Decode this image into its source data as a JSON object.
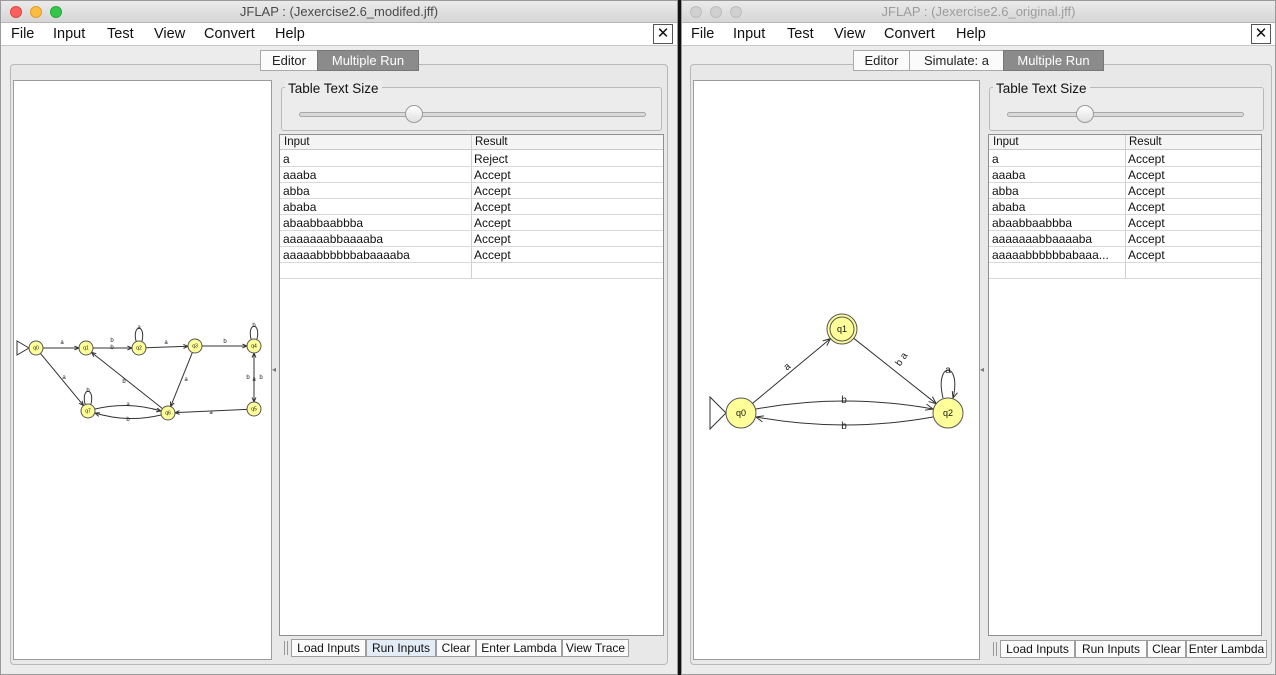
{
  "left_window": {
    "title": "JFLAP : (Jexercise2.6_modifed.jff)",
    "menu": [
      "File",
      "Input",
      "Test",
      "View",
      "Convert",
      "Help"
    ],
    "close_glyph": "✕",
    "tabs": [
      "Editor",
      "Multiple Run"
    ],
    "active_tab": "Multiple Run",
    "text_size_label": "Table Text Size",
    "slider_fraction": 0.33,
    "table_headers": [
      "Input",
      "Result"
    ],
    "rows": [
      {
        "input": "a",
        "result": "Reject"
      },
      {
        "input": "aaaba",
        "result": "Accept"
      },
      {
        "input": "abba",
        "result": "Accept"
      },
      {
        "input": "ababa",
        "result": "Accept"
      },
      {
        "input": "abaabbaabbba",
        "result": "Accept"
      },
      {
        "input": "aaaaaaabbaaaaba",
        "result": "Accept"
      },
      {
        "input": "aaaaabbbbbbabaaaaba",
        "result": "Accept"
      }
    ],
    "buttons": [
      "Load Inputs",
      "Run Inputs",
      "Clear",
      "Enter Lambda",
      "View Trace"
    ],
    "automaton": {
      "states": [
        "q0",
        "q1",
        "q2",
        "q3",
        "q4",
        "q5",
        "q6",
        "q7"
      ],
      "transition_labels": [
        "a",
        "b",
        "a",
        "b",
        "a",
        "b",
        "b",
        "a",
        "b",
        "a",
        "b",
        "b",
        "a",
        "a",
        "b",
        "b",
        "a"
      ]
    }
  },
  "right_window": {
    "title": "JFLAP : (Jexercise2.6_original.jff)",
    "menu": [
      "File",
      "Input",
      "Test",
      "View",
      "Convert",
      "Help"
    ],
    "close_glyph": "✕",
    "tabs": [
      "Editor",
      "Simulate: a",
      "Multiple Run"
    ],
    "active_tab": "Multiple Run",
    "text_size_label": "Table Text Size",
    "slider_fraction": 0.33,
    "table_headers": [
      "Input",
      "Result"
    ],
    "rows": [
      {
        "input": "a",
        "result": "Accept"
      },
      {
        "input": "aaaba",
        "result": "Accept"
      },
      {
        "input": "abba",
        "result": "Accept"
      },
      {
        "input": "ababa",
        "result": "Accept"
      },
      {
        "input": "abaabbaabbba",
        "result": "Accept"
      },
      {
        "input": "aaaaaaabbaaaaba",
        "result": "Accept"
      },
      {
        "input": "aaaaabbbbbbabaaa...",
        "result": "Accept"
      }
    ],
    "buttons": [
      "Load Inputs",
      "Run Inputs",
      "Clear",
      "Enter Lambda"
    ],
    "automaton": {
      "states": [
        "q0",
        "q1",
        "q2"
      ],
      "transitions": [
        {
          "from": "q0",
          "to": "q1",
          "label": "a"
        },
        {
          "from": "q1",
          "to": "q2",
          "label": "b a"
        },
        {
          "from": "q2",
          "to": "q2",
          "label": "a"
        },
        {
          "from": "q0",
          "to": "q2",
          "label": "b"
        },
        {
          "from": "q2",
          "to": "q0",
          "label": "b"
        }
      ],
      "initial": "q0",
      "final": [
        "q1"
      ]
    }
  },
  "colors": {
    "state_fill": "#ffff99",
    "state_stroke": "#555555",
    "active_tab": "#8b8b8b"
  }
}
